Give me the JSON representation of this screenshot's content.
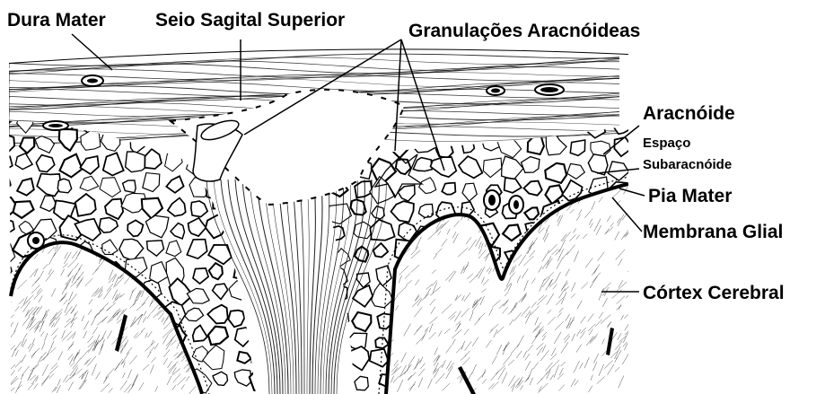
{
  "labels": {
    "dura_mater": "Dura Mater",
    "seio_sagital_superior": "Seio Sagital Superior",
    "granulacoes_aracnoideas": "Granulações Aracnóideas",
    "aracnoide": "Aracnóide",
    "espaco_subaracnoide_line1": "Espaço",
    "espaco_subaracnoide_line2": "Subaracnóide",
    "pia_mater": "Pia Mater",
    "membrana_glial": "Membrana Glial",
    "cortex_cerebral": "Córtex Cerebral"
  },
  "colors": {
    "ink": "#000000",
    "background": "#ffffff"
  }
}
